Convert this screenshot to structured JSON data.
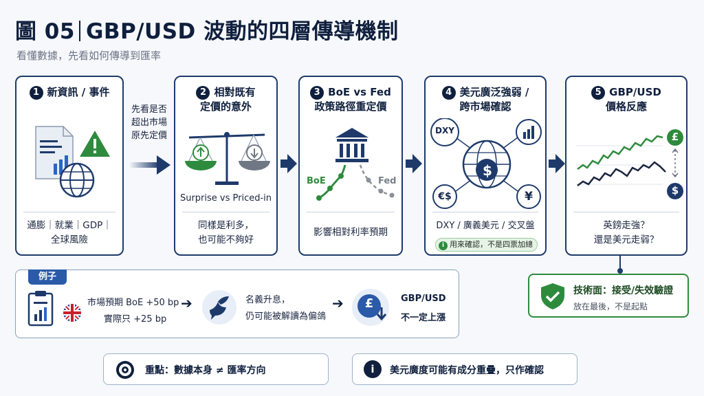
{
  "header": {
    "title_prefix": "圖 05",
    "title_main": "GBP/USD 波動的四層傳導機制",
    "subtitle": "看懂數據，先看如何傳導到匯率"
  },
  "steps": [
    {
      "num": "1",
      "title_lines": [
        "新資訊 / 事件"
      ],
      "text_lines": [
        "通膨｜就業｜GDP｜",
        "全球風險"
      ]
    },
    {
      "num": "2",
      "title_lines": [
        "相對既有",
        "定價的意外"
      ],
      "mid_label": "Surprise vs Priced-in",
      "text_lines": [
        "同樣是利多，",
        "也可能不夠好"
      ]
    },
    {
      "num": "3",
      "title_lines": [
        "BoE vs Fed",
        "政策路徑重定價"
      ],
      "boe": "BoE",
      "fed": "Fed",
      "text_lines": [
        "影響相對利率預期"
      ]
    },
    {
      "num": "4",
      "title_lines": [
        "美元廣泛強弱 /",
        "跨市場確認"
      ],
      "dxy": "DXY",
      "eur": "€$",
      "yen": "¥",
      "usd": "$",
      "text_lines": [
        "DXY / 廣義美元 / 交叉盤"
      ],
      "note": "用來確認，不是四票加總"
    },
    {
      "num": "5",
      "title_lines": [
        "GBP/USD",
        "價格反應"
      ],
      "gbp": "£",
      "usd": "$",
      "text_lines": [
        "英鎊走強？",
        "還是美元走弱？"
      ]
    }
  ],
  "between": {
    "label_lines": [
      "先看是否",
      "超出市場",
      "原先定價"
    ]
  },
  "technical": {
    "title": "技術面：接受/失效驗證",
    "sub": "放在最後，不是起點"
  },
  "example": {
    "tag": "例子",
    "line1": "市場預期 BoE +50 bp",
    "line2": "實際只 +25 bp",
    "mid1": "名義升息，",
    "mid2": "仍可能被解讀為偏鴿",
    "right1": "GBP/USD",
    "right2": "不一定上漲",
    "pound": "£"
  },
  "footer": {
    "key_point": "重點：數據本身 ≠ 匯率方向",
    "info": "美元廣度可能有成分重疊，只作確認",
    "info_icon": "i"
  },
  "colors": {
    "navy": "#0f1f3d",
    "green": "#2e8b3d",
    "border": "#1e3a6b"
  },
  "icons": [
    "document-chart-icon",
    "warning-icon",
    "globe-icon",
    "scale-icon",
    "bank-icon",
    "dollar-globe-icon",
    "dove-icon",
    "pound-down-icon",
    "target-icon",
    "info-icon",
    "shield-check-icon"
  ]
}
